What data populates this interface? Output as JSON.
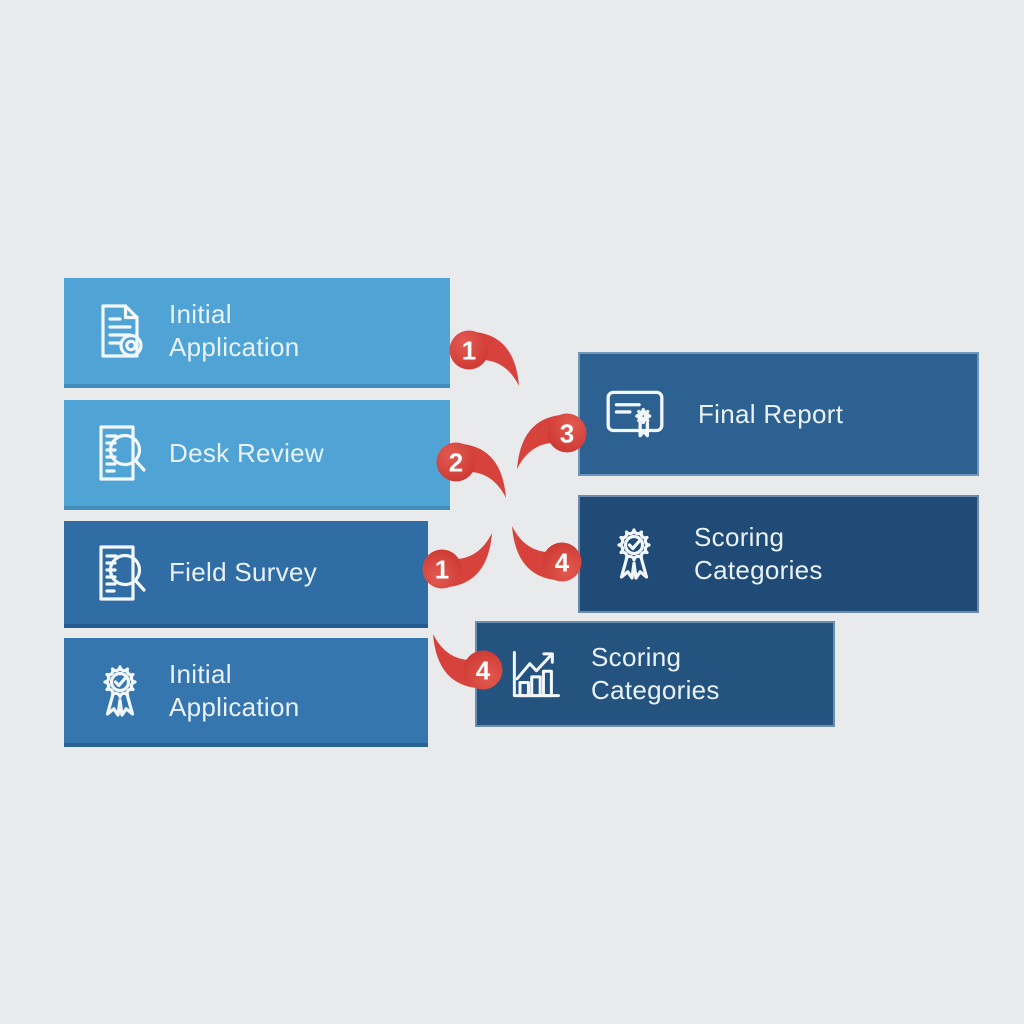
{
  "palette": {
    "background": "#E9EAEB",
    "light_blue": "#4FA4D5",
    "steel_blue": "#2F6DA4",
    "medium_blue": "#3676AE",
    "report_blue": "#2D6191",
    "navy_blue": "#1F4B76",
    "deep_blue": "#245380",
    "marker_red": "#D8423C",
    "marker_red_dark": "#C93530",
    "text_color": "#EAF2F9"
  },
  "boxes": [
    {
      "id": "initial-application-top",
      "line1": "Initial",
      "line2": "Application",
      "icon": "document-seal-icon",
      "color_key": "light_blue"
    },
    {
      "id": "desk-review",
      "line1": "Desk Review",
      "icon": "document-search-icon",
      "color_key": "light_blue"
    },
    {
      "id": "field-survey",
      "line1": "Field Survey",
      "icon": "document-search-icon",
      "color_key": "steel_blue"
    },
    {
      "id": "initial-application-bottom",
      "line1": "Initial",
      "line2": "Application",
      "icon": "badge-check-icon",
      "color_key": "medium_blue"
    },
    {
      "id": "final-report",
      "line1": "Final Report",
      "icon": "certificate-icon",
      "color_key": "report_blue"
    },
    {
      "id": "scoring-categories-right",
      "line1": "Scoring",
      "line2": "Categories",
      "icon": "badge-check-icon",
      "color_key": "navy_blue"
    },
    {
      "id": "scoring-categories-bottom",
      "line1": "Scoring",
      "line2": "Categories",
      "icon": "bar-chart-icon",
      "color_key": "deep_blue"
    }
  ],
  "markers": [
    {
      "number": "1",
      "tail": "down-right"
    },
    {
      "number": "2",
      "tail": "down-right"
    },
    {
      "number": "3",
      "tail": "down-left"
    },
    {
      "number": "1",
      "tail": "up-right"
    },
    {
      "number": "4",
      "tail": "up-left"
    },
    {
      "number": "4",
      "tail": "up-left"
    }
  ]
}
